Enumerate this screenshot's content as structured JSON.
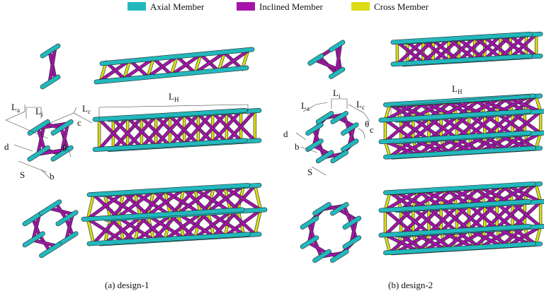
{
  "legend": {
    "axial": {
      "label": "Axial Member",
      "color": "#22b8bd"
    },
    "inclined": {
      "label": "Inclined Member",
      "color": "#a514a8"
    },
    "cross": {
      "label": "Cross Member",
      "color": "#dcdc14"
    }
  },
  "dim_labels": {
    "La": "L",
    "La_sub": "a",
    "Li": "L",
    "Li_sub": "i",
    "Lc": "L",
    "Lc_sub": "c",
    "LH": "L",
    "LH_sub": "H",
    "c": "c",
    "theta": "θ",
    "d": "d",
    "S": "S",
    "b": "b"
  },
  "captions": {
    "design1": "(a) design-1",
    "design2": "(b) design-2"
  }
}
